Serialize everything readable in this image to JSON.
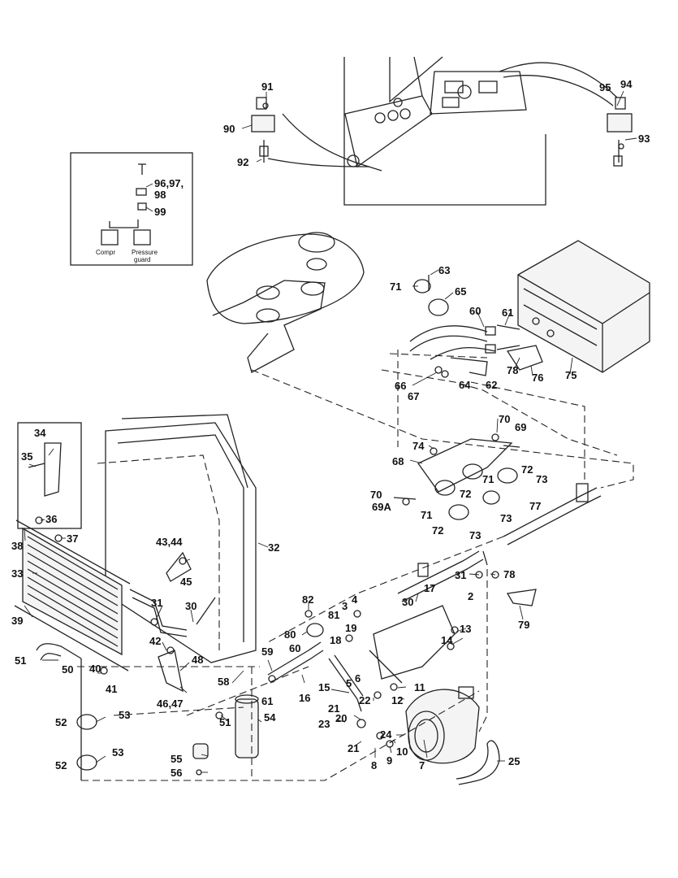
{
  "callouts": [
    {
      "id": "c91",
      "label": "91"
    },
    {
      "id": "c90",
      "label": "90"
    },
    {
      "id": "c92",
      "label": "92"
    },
    {
      "id": "c95",
      "label": "95"
    },
    {
      "id": "c94",
      "label": "94"
    },
    {
      "id": "c93",
      "label": "93"
    },
    {
      "id": "c96",
      "label": "96,97,"
    },
    {
      "id": "c98",
      "label": "98"
    },
    {
      "id": "c99",
      "label": "99"
    },
    {
      "id": "c63",
      "label": "63"
    },
    {
      "id": "c71a",
      "label": "71"
    },
    {
      "id": "c65",
      "label": "65"
    },
    {
      "id": "c60a",
      "label": "60"
    },
    {
      "id": "c61a",
      "label": "61"
    },
    {
      "id": "c78a",
      "label": "78"
    },
    {
      "id": "c76",
      "label": "76"
    },
    {
      "id": "c75",
      "label": "75"
    },
    {
      "id": "c66",
      "label": "66"
    },
    {
      "id": "c67",
      "label": "67"
    },
    {
      "id": "c64",
      "label": "64"
    },
    {
      "id": "c62",
      "label": "62"
    },
    {
      "id": "c70a",
      "label": "70"
    },
    {
      "id": "c69a",
      "label": "69"
    },
    {
      "id": "c74",
      "label": "74"
    },
    {
      "id": "c68",
      "label": "68"
    },
    {
      "id": "c71b",
      "label": "71"
    },
    {
      "id": "c72a",
      "label": "72"
    },
    {
      "id": "c73a",
      "label": "73"
    },
    {
      "id": "c70b",
      "label": "70"
    },
    {
      "id": "c69b",
      "label": "69A"
    },
    {
      "id": "c72b",
      "label": "72"
    },
    {
      "id": "c73b",
      "label": "73"
    },
    {
      "id": "c71c",
      "label": "71"
    },
    {
      "id": "c72c",
      "label": "72"
    },
    {
      "id": "c73c",
      "label": "73"
    },
    {
      "id": "c77",
      "label": "77"
    },
    {
      "id": "c34",
      "label": "34"
    },
    {
      "id": "c35",
      "label": "35"
    },
    {
      "id": "c36",
      "label": "36"
    },
    {
      "id": "c37",
      "label": "37"
    },
    {
      "id": "c38",
      "label": "38"
    },
    {
      "id": "c33",
      "label": "33"
    },
    {
      "id": "c39",
      "label": "39"
    },
    {
      "id": "c32",
      "label": "32"
    },
    {
      "id": "c4344",
      "label": "43,44"
    },
    {
      "id": "c45",
      "label": "45"
    },
    {
      "id": "c31a",
      "label": "31"
    },
    {
      "id": "c30a",
      "label": "30"
    },
    {
      "id": "c31b",
      "label": "31"
    },
    {
      "id": "c78b",
      "label": "78"
    },
    {
      "id": "c30b",
      "label": "30"
    },
    {
      "id": "c17",
      "label": "17"
    },
    {
      "id": "c2",
      "label": "2"
    },
    {
      "id": "c79",
      "label": "79"
    },
    {
      "id": "c82",
      "label": "82"
    },
    {
      "id": "c3",
      "label": "3"
    },
    {
      "id": "c4",
      "label": "4"
    },
    {
      "id": "c81",
      "label": "81"
    },
    {
      "id": "c80",
      "label": "80"
    },
    {
      "id": "c19",
      "label": "19"
    },
    {
      "id": "c18",
      "label": "18"
    },
    {
      "id": "c13",
      "label": "13"
    },
    {
      "id": "c14",
      "label": "14"
    },
    {
      "id": "c42",
      "label": "42"
    },
    {
      "id": "c48",
      "label": "48"
    },
    {
      "id": "c51a",
      "label": "51"
    },
    {
      "id": "c50",
      "label": "50"
    },
    {
      "id": "c40",
      "label": "40"
    },
    {
      "id": "c41",
      "label": "41"
    },
    {
      "id": "c4647",
      "label": "46,47"
    },
    {
      "id": "c58",
      "label": "58"
    },
    {
      "id": "c59",
      "label": "59"
    },
    {
      "id": "c60b",
      "label": "60"
    },
    {
      "id": "c16",
      "label": "16"
    },
    {
      "id": "c15",
      "label": "15"
    },
    {
      "id": "c5",
      "label": "5"
    },
    {
      "id": "c6",
      "label": "6"
    },
    {
      "id": "c11",
      "label": "11"
    },
    {
      "id": "c12",
      "label": "12"
    },
    {
      "id": "c22",
      "label": "22"
    },
    {
      "id": "c21a",
      "label": "21"
    },
    {
      "id": "c20",
      "label": "20"
    },
    {
      "id": "c23",
      "label": "23"
    },
    {
      "id": "c21b",
      "label": "21"
    },
    {
      "id": "c24",
      "label": "24"
    },
    {
      "id": "c10",
      "label": "10"
    },
    {
      "id": "c8",
      "label": "8"
    },
    {
      "id": "c9",
      "label": "9"
    },
    {
      "id": "c7",
      "label": "7"
    },
    {
      "id": "c25",
      "label": "25"
    },
    {
      "id": "c61b",
      "label": "61"
    },
    {
      "id": "c51b",
      "label": "51"
    },
    {
      "id": "c54",
      "label": "54"
    },
    {
      "id": "c52a",
      "label": "52"
    },
    {
      "id": "c53a",
      "label": "53"
    },
    {
      "id": "c52b",
      "label": "52"
    },
    {
      "id": "c53b",
      "label": "53"
    },
    {
      "id": "c55",
      "label": "55"
    },
    {
      "id": "c56",
      "label": "56"
    }
  ],
  "inset": {
    "compressor_label": "Compr",
    "pressure_guard_line1": "Pressure",
    "pressure_guard_line2": "guard"
  }
}
